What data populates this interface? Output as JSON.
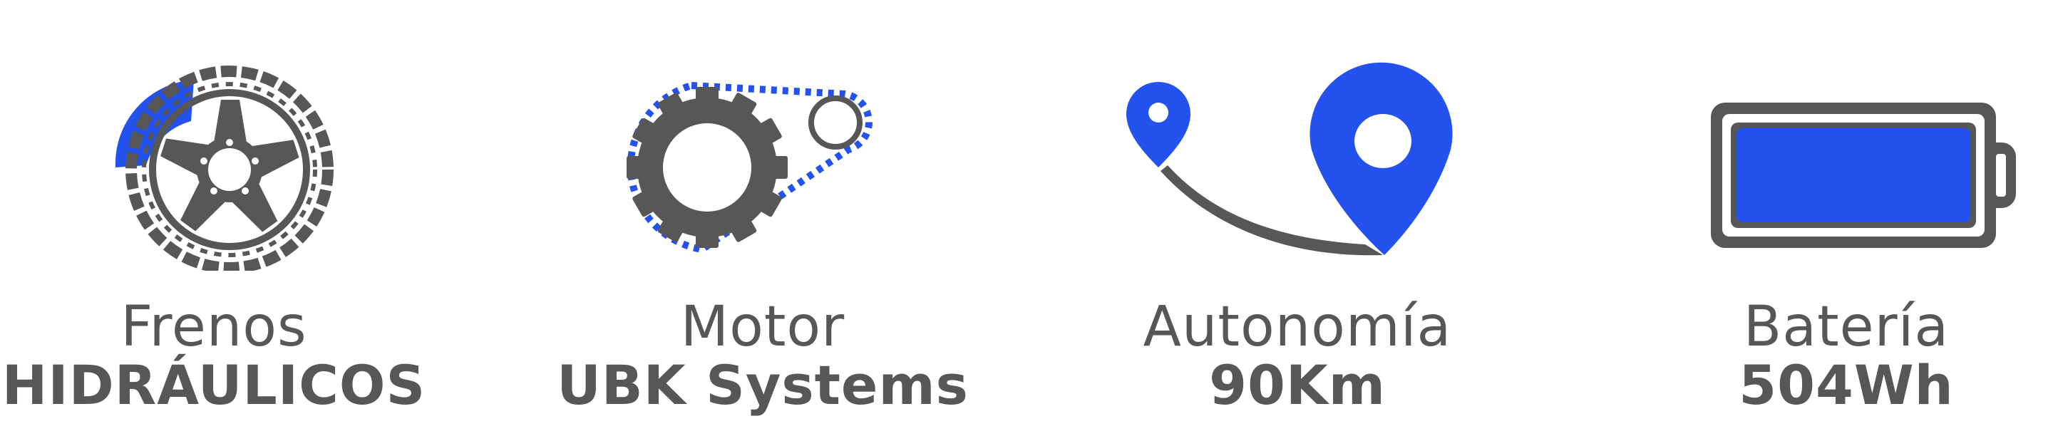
{
  "colors": {
    "accent": "#2352ef",
    "icon_gray": "#575757",
    "text": "#575757",
    "background": "#ffffff"
  },
  "features": [
    {
      "icon": "brake-disc-icon",
      "line1": "Frenos",
      "line2": "HIDRÁULICOS"
    },
    {
      "icon": "motor-gear-chain-icon",
      "line1": "Motor",
      "line2": "UBK Systems"
    },
    {
      "icon": "route-pins-icon",
      "line1": "Autonomía",
      "line2": "90Km"
    },
    {
      "icon": "battery-icon",
      "line1": "Batería",
      "line2": "504Wh"
    }
  ]
}
